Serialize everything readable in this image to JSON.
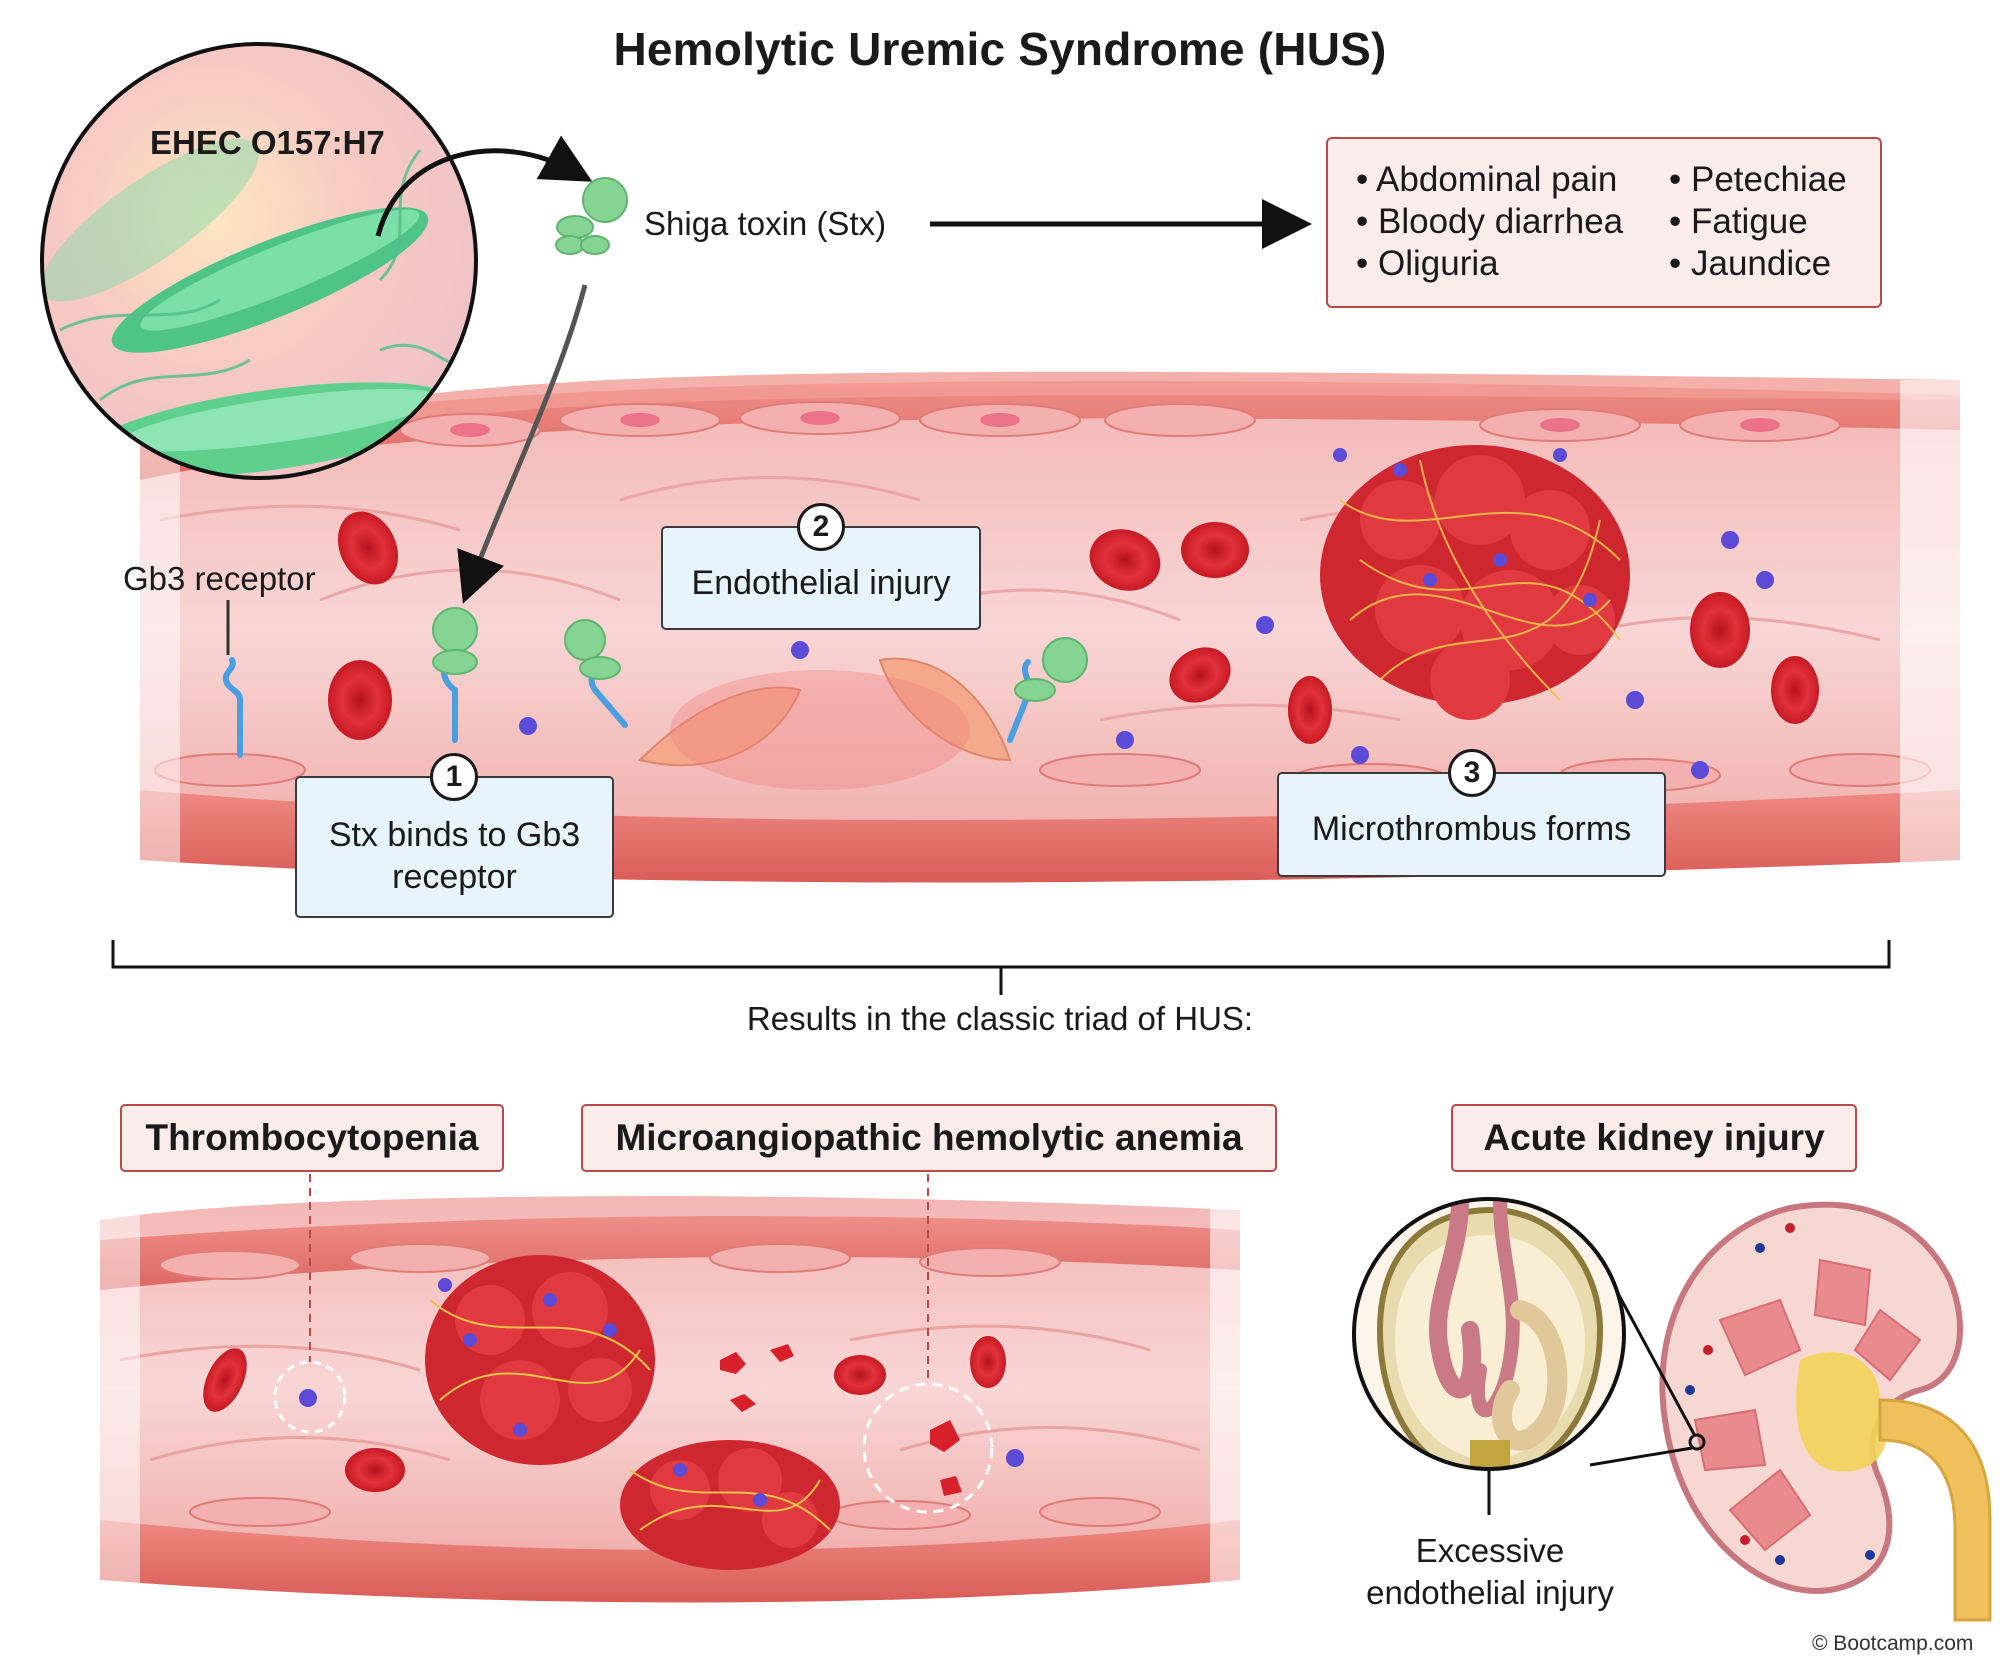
{
  "title": "Hemolytic Uremic Syndrome (HUS)",
  "bacteria_label": "EHEC O157:H7",
  "toxin_label": "Shiga toxin (Stx)",
  "receptor_label": "Gb3 receptor",
  "symptoms": {
    "col1": [
      "Abdominal pain",
      "Bloody diarrhea",
      "Oliguria"
    ],
    "col2": [
      "Petechiae",
      "Fatigue",
      "Jaundice"
    ]
  },
  "steps": [
    {
      "number": "1",
      "line1": "Stx binds to Gb3",
      "line2": "receptor"
    },
    {
      "number": "2",
      "line1": "Endothelial injury"
    },
    {
      "number": "3",
      "line1": "Microthrombus forms"
    }
  ],
  "triad_intro": "Results in the classic triad of HUS:",
  "triad": [
    "Thrombocytopenia",
    "Microangiopathic hemolytic anemia",
    "Acute kidney injury"
  ],
  "kidney_caption": {
    "line1": "Excessive",
    "line2": "endothelial injury"
  },
  "credit": "© Bootcamp.com",
  "colors": {
    "vessel_wall": "#e8706a",
    "vessel_lumen": "#f6c9c9",
    "rbc": "#d8202a",
    "platelet": "#5b4bd6",
    "toxin": "#86d494",
    "receptor": "#4a9fe0",
    "bacteria": "#5fcf8e",
    "accent_border": "#b94a4a"
  }
}
